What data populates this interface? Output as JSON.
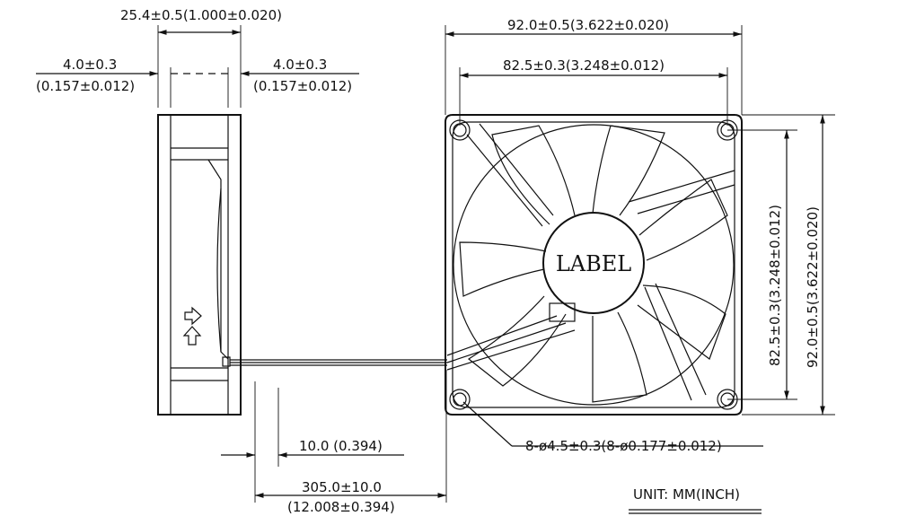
{
  "side_view": {
    "thickness": "25.4±0.5(1.000±0.020)",
    "flange_left_mm": "4.0±0.3",
    "flange_left_in": "(0.157±0.012)",
    "flange_right_mm": "4.0±0.3",
    "flange_right_in": "(0.157±0.012)"
  },
  "front_view": {
    "overall_width": "92.0±0.5(3.622±0.020)",
    "hole_spacing_width": "82.5±0.3(3.248±0.012)",
    "hole_spacing_height": "82.5±0.3(3.248±0.012)",
    "overall_height": "92.0±0.5(3.622±0.020)",
    "hub_label": "LABEL",
    "mounting_holes": "8-ø4.5±0.3(8-ø0.177±0.012)"
  },
  "lead_wire": {
    "strip_length": "10.0  (0.394)",
    "length_mm": "305.0±10.0",
    "length_in": "(12.008±0.394)"
  },
  "unit_note": "UNIT:  MM(INCH)"
}
